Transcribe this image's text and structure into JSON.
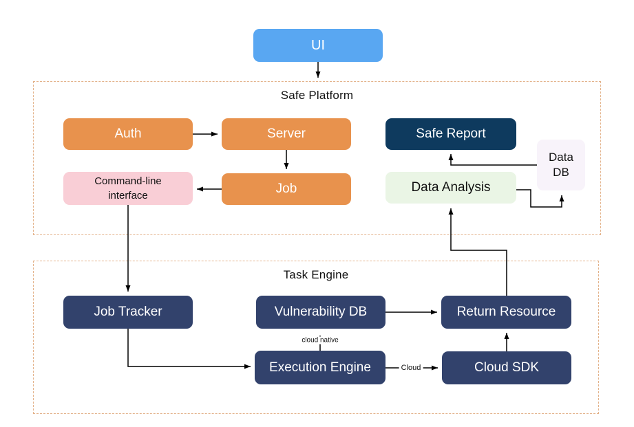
{
  "diagram": {
    "containers": {
      "safe_platform": {
        "label": "Safe Platform"
      },
      "task_engine": {
        "label": "Task Engine"
      }
    },
    "nodes": {
      "ui": {
        "label": "UI"
      },
      "auth": {
        "label": "Auth"
      },
      "server": {
        "label": "Server"
      },
      "job": {
        "label": "Job"
      },
      "cli": {
        "label": "Command-line\ninterface"
      },
      "safe_report": {
        "label": "Safe Report"
      },
      "data_db": {
        "label": "Data\nDB"
      },
      "data_analysis": {
        "label": "Data Analysis"
      },
      "job_tracker": {
        "label": "Job Tracker"
      },
      "vulnerability_db": {
        "label": "Vulnerability DB"
      },
      "execution_engine": {
        "label": "Execution Engine"
      },
      "return_resource": {
        "label": "Return Resource"
      },
      "cloud_sdk": {
        "label": "Cloud SDK"
      }
    },
    "edge_labels": {
      "cloud_native": "cloud native",
      "cloud": "Cloud"
    },
    "colors": {
      "ui_blue": "#59a7f2",
      "orange": "#e8924d",
      "pink": "#f9ced6",
      "dark_navy": "#0e3a5e",
      "navy": "#32426c",
      "light_green": "#eaf5e5",
      "lavender": "#f8f3fa",
      "container_border": "#e3b28a",
      "arrow": "#000000"
    }
  }
}
